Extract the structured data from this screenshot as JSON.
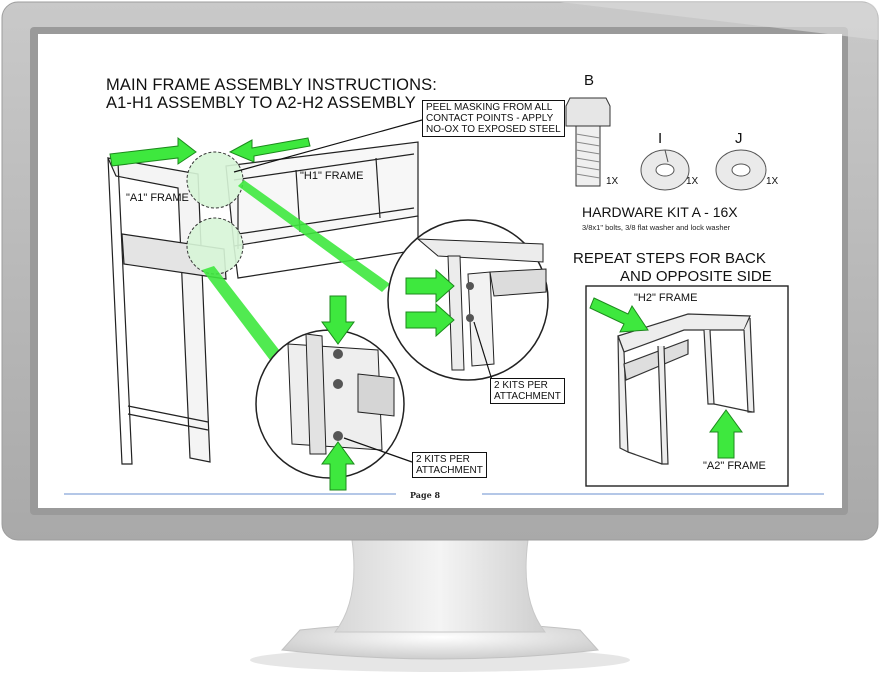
{
  "document": {
    "title_line1": "MAIN FRAME ASSEMBLY INSTRUCTIONS:",
    "title_line2": "A1-H1 ASSEMBLY TO A2-H2 ASSEMBLY",
    "peel_note_line1": "PEEL MASKING FROM ALL",
    "peel_note_line2": "CONTACT POINTS - APPLY",
    "peel_note_line3": "NO-OX TO EXPOSED STEEL",
    "label_h1_frame": "\"H1\" FRAME",
    "label_a1_frame": "\"A1\" FRAME",
    "kits_note_1_line1": "2 KITS PER",
    "kits_note_1_line2": "ATTACHMENT",
    "kits_note_2_line1": "2 KITS PER",
    "kits_note_2_line2": "ATTACHMENT",
    "hardware": {
      "b_letter": "B",
      "b_qty": "1X",
      "i_letter": "I",
      "i_qty": "1X",
      "j_letter": "J",
      "j_qty": "1X",
      "kit_title": "HARDWARE KIT A - 16X",
      "kit_desc": "3/8x1\" bolts, 3/8 flat washer and lock washer"
    },
    "repeat_line1": "REPEAT STEPS FOR BACK",
    "repeat_line2": "AND OPPOSITE SIDE",
    "label_h2_frame": "\"H2\" FRAME",
    "label_a2_frame": "\"A2\" FRAME",
    "page_label": "Page 8"
  },
  "colors": {
    "accent_green": "#3ee83e",
    "bezel": "#b7b7b7",
    "rule_blue": "#6a8fcf"
  }
}
